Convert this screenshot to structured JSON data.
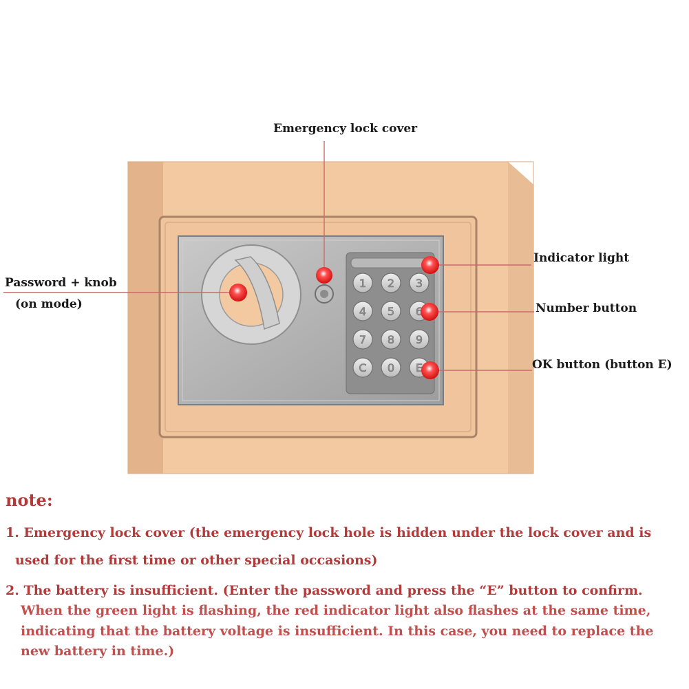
{
  "labels": {
    "emergency_lock_cover": "Emergency lock cover",
    "password_knob_line1": "Password + knob",
    "password_knob_line2": "(on mode)",
    "indicator_light": "Indicator light",
    "number_button": "Number button",
    "ok_button": "OK button (button E)"
  },
  "keypad": {
    "keys": [
      "1",
      "2",
      "3",
      "4",
      "5",
      "6",
      "7",
      "8",
      "9",
      "C",
      "0",
      "E"
    ]
  },
  "note": {
    "title": "note:",
    "item1_line1": "1. Emergency lock cover (the emergency lock hole is hidden under the lock cover and is",
    "item1_line2": "used for the first time or other special occasions)",
    "item2_line1": "2. The battery is insufficient. (Enter the password and press the “E” button to confirm.",
    "item2_line2": "When the green light is flashing, the red indicator light also flashes at the same time,",
    "item2_line3": "indicating that the battery voltage is insufficient. In this case, you need to replace the",
    "item2_line4": "new battery in time.)"
  },
  "colors": {
    "safe_body": "#f2c9a1",
    "callout_dot": "#e02020",
    "note_title": "#b23a3a",
    "note_text": "#c0504d"
  }
}
